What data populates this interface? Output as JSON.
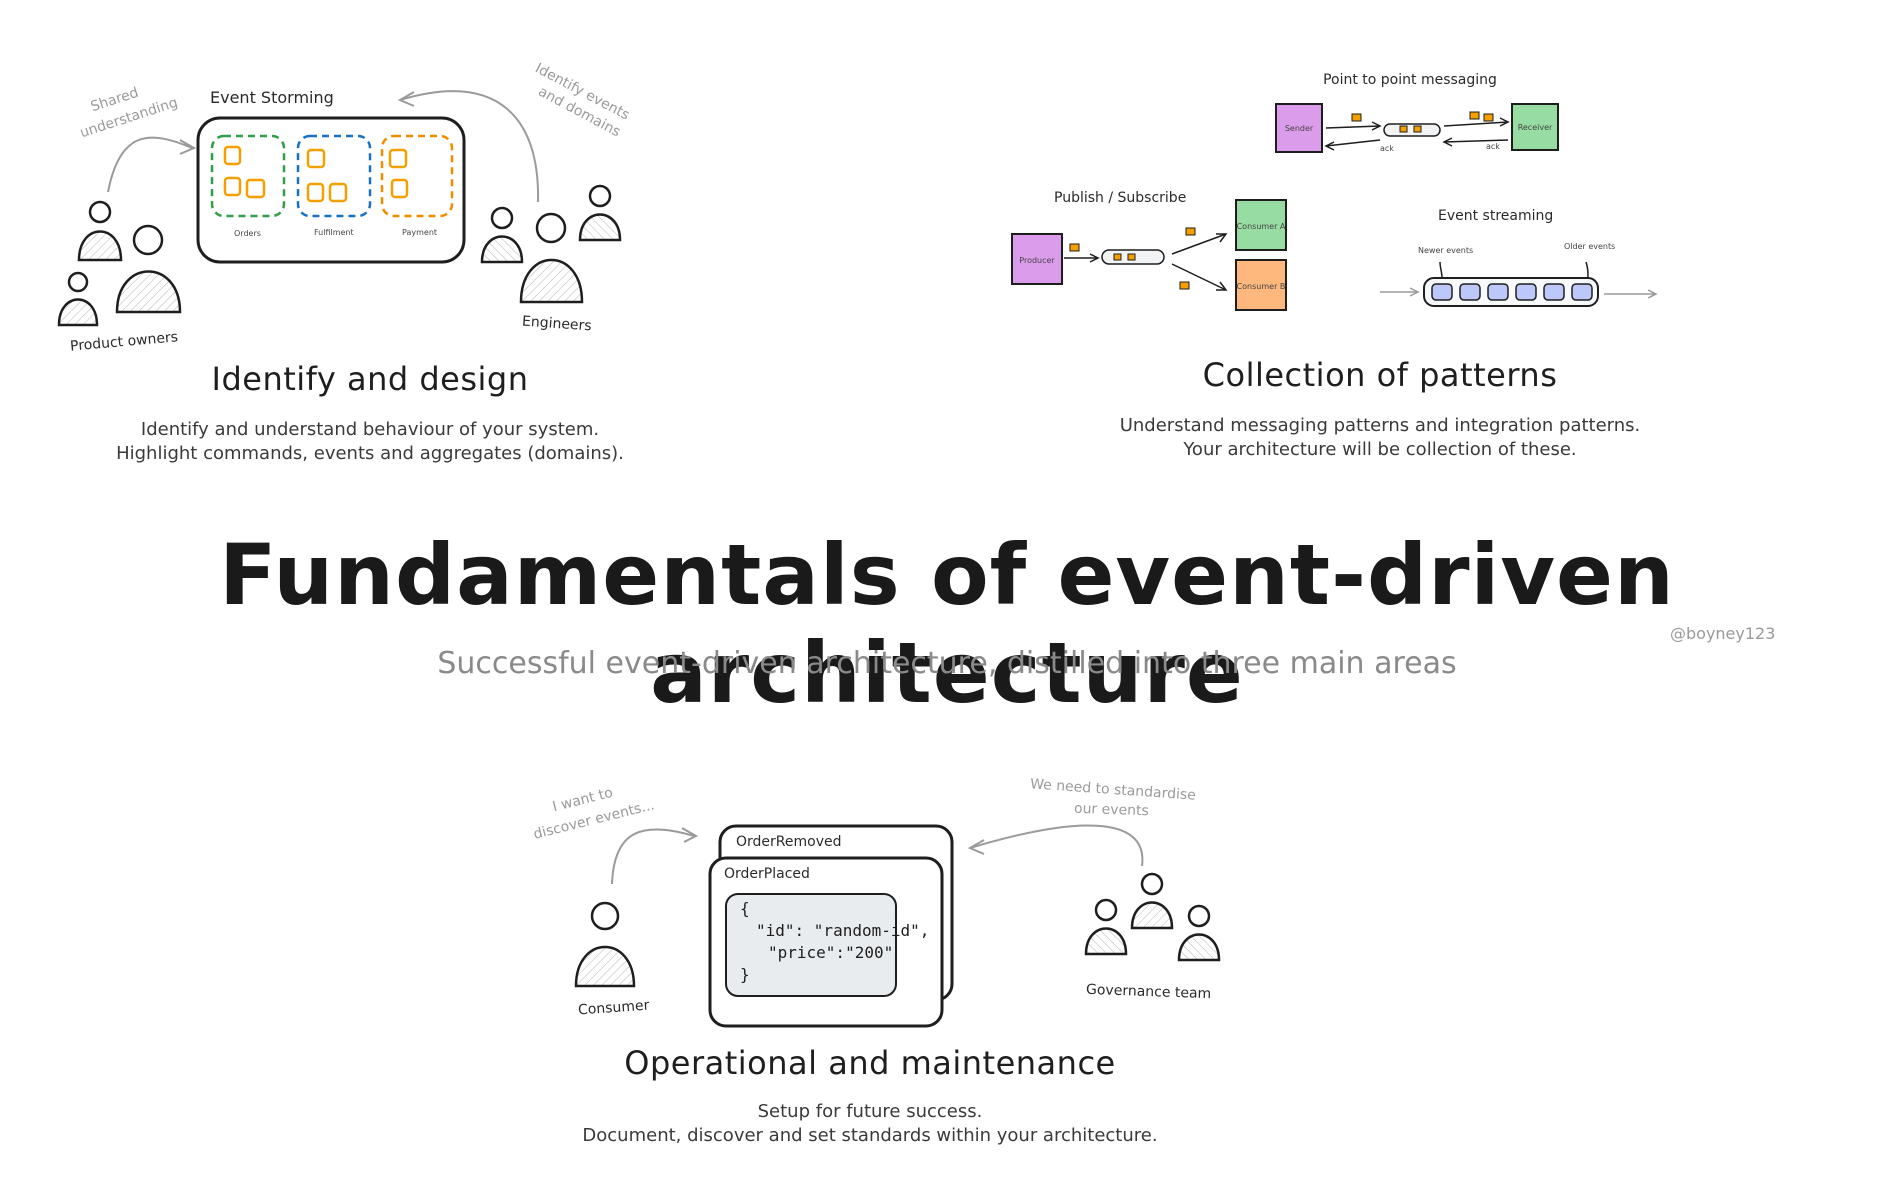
{
  "header": {
    "title": "Fundamentals of event-driven architecture",
    "subtitle": "Successful event-driven architecture, distilled into three main areas",
    "handle": "@boyney123"
  },
  "identify": {
    "title": "Identify and design",
    "desc_line1": "Identify and understand behaviour of your system.",
    "desc_line2": "Highlight commands, events and aggregates (domains).",
    "board_label": "Event Storming",
    "note_left_1": "Shared",
    "note_left_2": "understanding",
    "note_right_1": "Identify events",
    "note_right_2": "and domains",
    "group_orders": "Orders",
    "group_fulfilment": "Fulfilment",
    "group_payment": "Payment",
    "product_owners": "Product owners",
    "engineers": "Engineers"
  },
  "patterns": {
    "title": "Collection of patterns",
    "desc_line1": "Understand messaging patterns and integration patterns.",
    "desc_line2": "Your architecture will be collection of these.",
    "p2p_label": "Point to point messaging",
    "sender": "Sender",
    "receiver": "Receiver",
    "ack_1": "ack",
    "ack_2": "ack",
    "pubsub_label": "Publish / Subscribe",
    "producer": "Producer",
    "consumer_a": "Consumer A",
    "consumer_b": "Consumer B",
    "streaming_label": "Event streaming",
    "newer_events": "Newer events",
    "older_events": "Older events"
  },
  "operational": {
    "title": "Operational and maintenance",
    "desc_line1": "Setup for future success.",
    "desc_line2": "Document, discover and set standards within your architecture.",
    "note_left_1": "I want to",
    "note_left_2": "discover events...",
    "note_right_1": "We need to standardise",
    "note_right_2": "our events",
    "card_back": "OrderRemoved",
    "card_front": "OrderPlaced",
    "code_line1": "{",
    "code_line2": "\"id\": \"random-id\",",
    "code_line3": "\"price\":\"200\"",
    "code_line4": "}",
    "consumer": "Consumer",
    "governance": "Governance team"
  },
  "colors": {
    "orders": "#2f9e44",
    "fulfilment": "#1971c2",
    "payment": "#f08c00",
    "sticky": "#f59f00",
    "sender": "#be4bdb",
    "receiver": "#40c057",
    "consumer_b": "#fd7e14",
    "stream": "#4c6ef5"
  }
}
